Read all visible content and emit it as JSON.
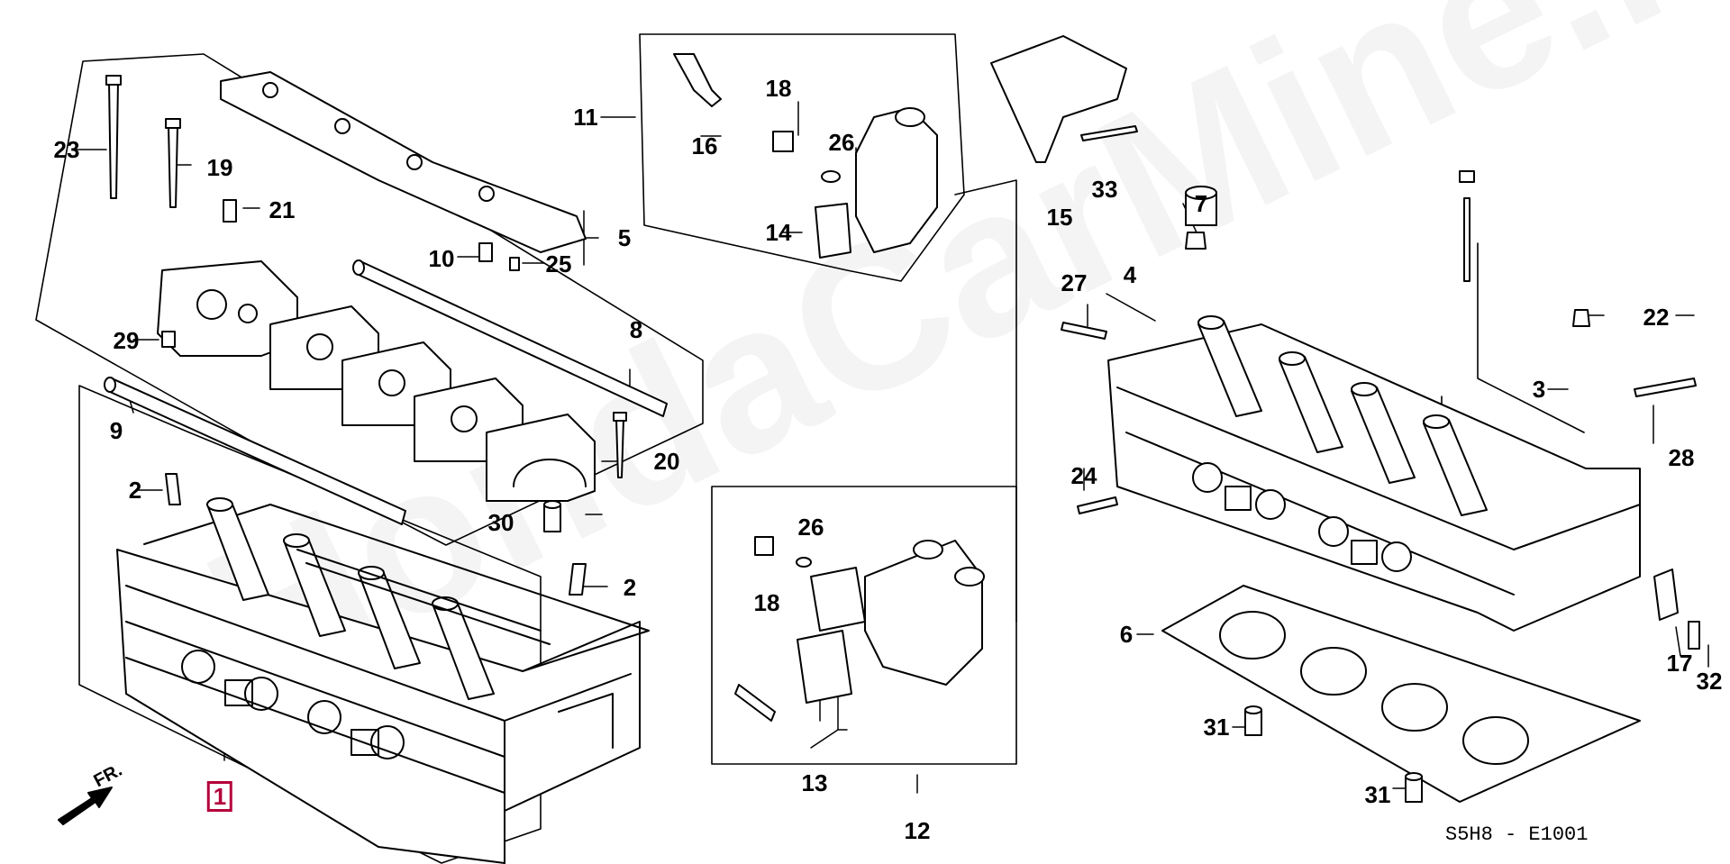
{
  "diagram": {
    "code": "S5H8 - E1001",
    "watermark": "HondaCarMine.ru",
    "front_marker": "FR.",
    "highlight_color": "#b4003c",
    "callouts": [
      {
        "id": "p1",
        "text": "1",
        "highlight": true
      },
      {
        "id": "p2a",
        "text": "2"
      },
      {
        "id": "p2b",
        "text": "2"
      },
      {
        "id": "p3",
        "text": "3"
      },
      {
        "id": "p4",
        "text": "4"
      },
      {
        "id": "p5",
        "text": "5"
      },
      {
        "id": "p6",
        "text": "6"
      },
      {
        "id": "p7",
        "text": "7"
      },
      {
        "id": "p8",
        "text": "8"
      },
      {
        "id": "p9",
        "text": "9"
      },
      {
        "id": "p10",
        "text": "10"
      },
      {
        "id": "p11",
        "text": "11"
      },
      {
        "id": "p12",
        "text": "12"
      },
      {
        "id": "p13",
        "text": "13"
      },
      {
        "id": "p14",
        "text": "14"
      },
      {
        "id": "p15",
        "text": "15"
      },
      {
        "id": "p16",
        "text": "16"
      },
      {
        "id": "p17",
        "text": "17"
      },
      {
        "id": "p18a",
        "text": "18"
      },
      {
        "id": "p18b",
        "text": "18"
      },
      {
        "id": "p19",
        "text": "19"
      },
      {
        "id": "p20",
        "text": "20"
      },
      {
        "id": "p21",
        "text": "21"
      },
      {
        "id": "p22",
        "text": "22"
      },
      {
        "id": "p23",
        "text": "23"
      },
      {
        "id": "p24",
        "text": "24"
      },
      {
        "id": "p25",
        "text": "25"
      },
      {
        "id": "p26a",
        "text": "26"
      },
      {
        "id": "p26b",
        "text": "26"
      },
      {
        "id": "p27",
        "text": "27"
      },
      {
        "id": "p28",
        "text": "28"
      },
      {
        "id": "p29",
        "text": "29"
      },
      {
        "id": "p30",
        "text": "30"
      },
      {
        "id": "p31a",
        "text": "31"
      },
      {
        "id": "p31b",
        "text": "31"
      },
      {
        "id": "p32",
        "text": "32"
      },
      {
        "id": "p33",
        "text": "33"
      }
    ]
  }
}
